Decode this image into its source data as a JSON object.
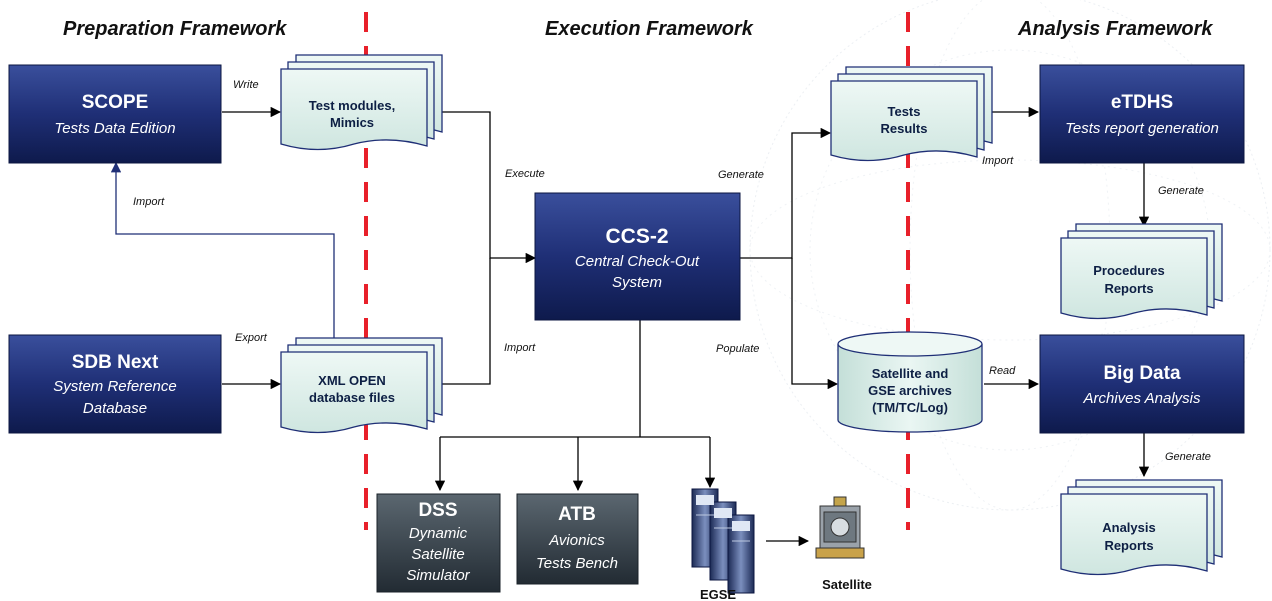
{
  "headers": {
    "preparation": "Preparation Framework",
    "execution": "Execution Framework",
    "analysis": "Analysis Framework"
  },
  "boxes": {
    "scope": {
      "title": "SCOPE",
      "subtitle": [
        "Tests Data Edition"
      ]
    },
    "sdb_next": {
      "title": "SDB Next",
      "subtitle": [
        "System Reference",
        "Database"
      ]
    },
    "ccs2": {
      "title": "CCS-2",
      "subtitle": [
        "Central Check-Out",
        "System"
      ]
    },
    "etdhs": {
      "title": "eTDHS",
      "subtitle": [
        "Tests report generation"
      ]
    },
    "big_data": {
      "title": "Big Data",
      "subtitle": [
        "Archives Analysis"
      ]
    },
    "dss": {
      "title": "DSS",
      "subtitle": [
        "Dynamic",
        "Satellite",
        "Simulator"
      ]
    },
    "atb": {
      "title": "ATB",
      "subtitle": [
        "Avionics",
        "Tests Bench"
      ]
    }
  },
  "documents": {
    "test_modules": [
      "Test modules,",
      "Mimics"
    ],
    "xml_open": [
      "XML OPEN",
      "database files"
    ],
    "tests_results": [
      "Tests",
      "Results"
    ],
    "procedures_reports": [
      "Procedures",
      "Reports"
    ],
    "analysis_reports": [
      "Analysis",
      "Reports"
    ]
  },
  "database": {
    "lines": [
      "Satellite and",
      "GSE archives",
      "(TM/TC/Log)"
    ]
  },
  "labels": {
    "write": "Write",
    "import_scope": "Import",
    "export": "Export",
    "execute": "Execute",
    "import_xml": "Import",
    "generate_results": "Generate",
    "populate": "Populate",
    "import_etdhs": "Import",
    "generate_procedures": "Generate",
    "read": "Read",
    "generate_analysis": "Generate"
  },
  "devices": {
    "egse": "EGSE",
    "satellite": "Satellite"
  },
  "colors": {
    "navy_box": "#1a2a6b",
    "dark_gray_box": "#2f3a44",
    "doc_fill": "#d6ebe6",
    "separator": "#e8202a"
  }
}
